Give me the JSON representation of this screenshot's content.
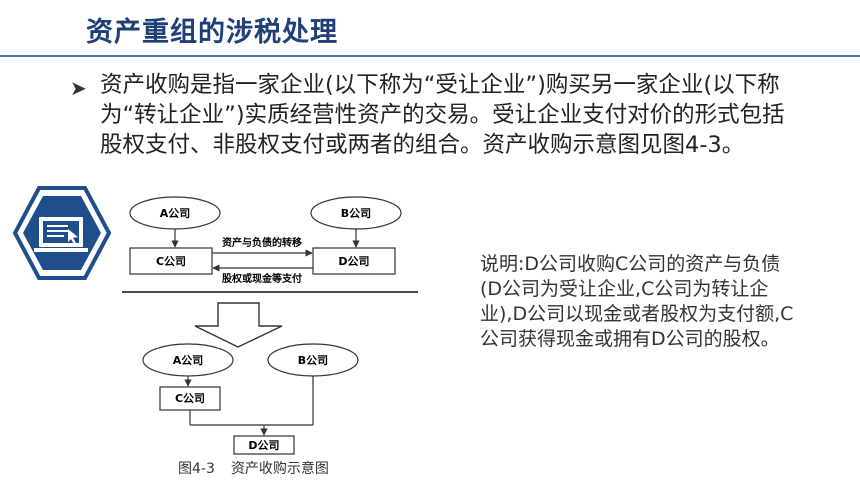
{
  "title": "资产重组的涉税处理",
  "bullet": "资产收购是指一家企业(以下称为“受让企业”)购买另一家企业(以下称为“转让企业”)实质经营性资产的交易。受让企业支付对价的形式包括股权支付、非股权支付或两者的组合。资产收购示意图见图4-3。",
  "diagram": {
    "top_a": "A公司",
    "top_b": "B公司",
    "top_c": "C公司",
    "top_d": "D公司",
    "flow_assets": "资产与负债的转移",
    "flow_pay": "股权或现金等支付",
    "bottom_a": "A公司",
    "bottom_b": "B公司",
    "bottom_c": "C公司",
    "bottom_d": "D公司"
  },
  "caption": {
    "number": "图4-3",
    "text": "资产收购示意图"
  },
  "note": "说明:D公司收购C公司的资产与负债(D公司为受让企业,C公司为转让企业),D公司以现金或者股权为支付额,C公司获得现金或拥有D公司的股权。",
  "colors": {
    "title": "#1f3f78",
    "accent": "#1f4e8c"
  },
  "icons": [
    "hexagon-computer-icon",
    "bullet-arrow-icon"
  ]
}
